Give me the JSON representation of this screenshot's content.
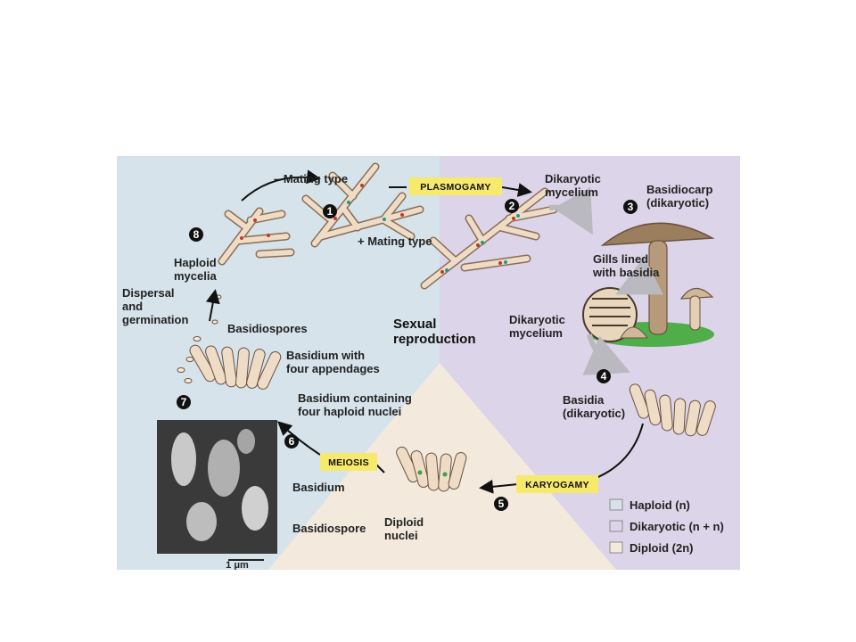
{
  "stages": {
    "plasmogamy": "PLASMOGAMY",
    "karyogamy": "KARYOGAMY",
    "meiosis": "MEIOSIS"
  },
  "steps": [
    "1",
    "2",
    "3",
    "4",
    "5",
    "6",
    "7",
    "8"
  ],
  "labels": {
    "minus_mating": "– Mating type",
    "plus_mating": "+ Mating type",
    "dikaryotic_mycelium_top_1": "Dikaryotic",
    "dikaryotic_mycelium_top_2": "mycelium",
    "basidiocarp_1": "Basidiocarp",
    "basidiocarp_2": "(dikaryotic)",
    "gills_1": "Gills lined",
    "gills_2": "with basidia",
    "dikaryotic_mycelium_mid_1": "Dikaryotic",
    "dikaryotic_mycelium_mid_2": "mycelium",
    "basidia_1": "Basidia",
    "basidia_2": "(dikaryotic)",
    "sexual_1": "Sexual",
    "sexual_2": "reproduction",
    "haploid_mycelia_1": "Haploid",
    "haploid_mycelia_2": "mycelia",
    "dispersal_1": "Dispersal",
    "dispersal_2": "and",
    "dispersal_3": "germination",
    "basidiospores": "Basidiospores",
    "basidium_app_1": "Basidium with",
    "basidium_app_2": "four appendages",
    "basidium_nuc_1": "Basidium containing",
    "basidium_nuc_2": "four haploid nuclei",
    "basidium": "Basidium",
    "basidiospore": "Basidiospore",
    "diploid_1": "Diploid",
    "diploid_2": "nuclei",
    "scale": "1 μm"
  },
  "legend": {
    "haploid": "Haploid (n)",
    "dikaryotic": "Dikaryotic (n + n)",
    "diploid": "Diploid (2n)"
  },
  "colors": {
    "haploid_bg": "#d6e3ea",
    "dikaryotic_bg": "#dcd4e8",
    "diploid_bg": "#f3e9dc",
    "stage_label_bg": "#f7e96b",
    "hypha_fill": "#efdcc6",
    "nucleus_red": "#c0392b",
    "nucleus_teal": "#1f9a8a",
    "nucleus_green": "#3aa04a"
  }
}
